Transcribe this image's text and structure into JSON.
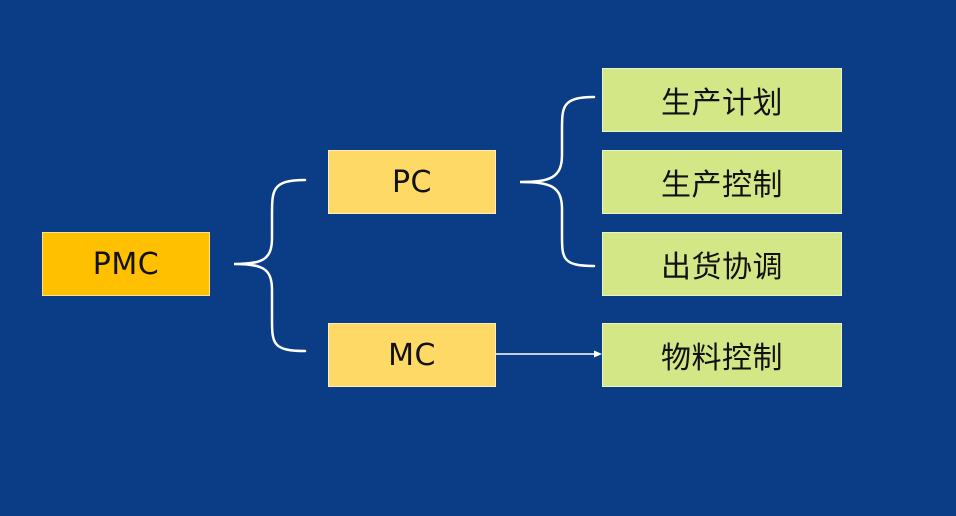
{
  "diagram": {
    "root": {
      "label": "PMC"
    },
    "branches": [
      {
        "label": "PC",
        "children": [
          "生产计划",
          "生产控制",
          "出货协调"
        ]
      },
      {
        "label": "MC",
        "children": [
          "物料控制"
        ]
      }
    ]
  },
  "colors": {
    "background": "#0a3d86",
    "root_fill": "#ffc000",
    "branch_fill": "#ffd966",
    "leaf_fill": "#d3e787",
    "connector": "#ffffff"
  }
}
